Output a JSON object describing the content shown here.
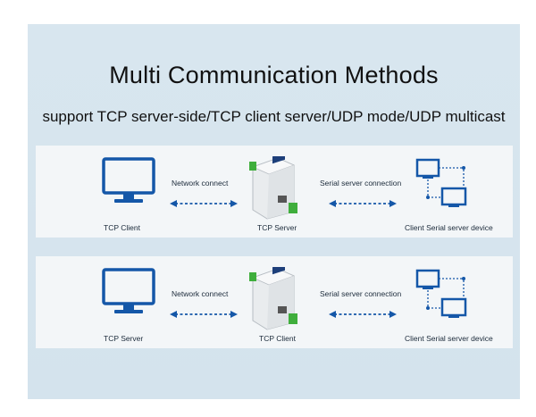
{
  "title": "Multi Communication Methods",
  "subtitle": "support TCP server-side/TCP client server/UDP mode/UDP multicast",
  "rows": [
    {
      "left_label": "TCP Client",
      "link1_label": "Network connect",
      "center_label": "TCP Server",
      "link2_label": "Serial server connection",
      "right_label": "Client Serial server device"
    },
    {
      "left_label": "TCP Server",
      "link1_label": "Network connect",
      "center_label": "TCP Client",
      "link2_label": "Serial server connection",
      "right_label": "Client Serial server device"
    }
  ],
  "colors": {
    "accent": "#1457a8",
    "panel_bg": "#d6e4ee",
    "card_bg": "#f3f6f8",
    "device_green": "#3fae3c"
  },
  "icons": [
    "monitor-icon",
    "serial-server-device-icon",
    "double-arrow-icon",
    "networked-monitors-icon"
  ]
}
